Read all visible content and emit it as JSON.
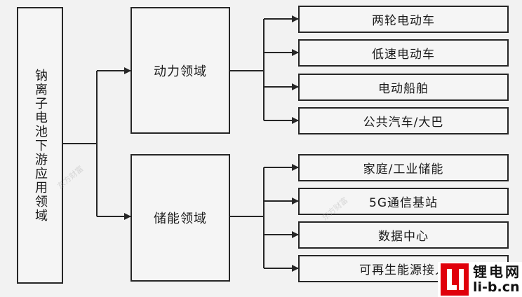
{
  "root": {
    "label": "钠离子电池下游应用领域"
  },
  "branches": [
    {
      "label": "动力领域",
      "leaves": [
        "两轮电动车",
        "低速电动车",
        "电动船舶",
        "公共汽车/大巴"
      ]
    },
    {
      "label": "储能领域",
      "leaves": [
        "家庭/工业储能",
        "5G通信基站",
        "数据中心",
        "可再生能源接入"
      ]
    }
  ],
  "watermark": {
    "text": "东方财富"
  },
  "logo": {
    "cn": "锂电网",
    "url": "li-b.cn"
  },
  "colors": {
    "line": "#262626",
    "background": "#f2f2f2",
    "logo_red": "#e0000b"
  }
}
